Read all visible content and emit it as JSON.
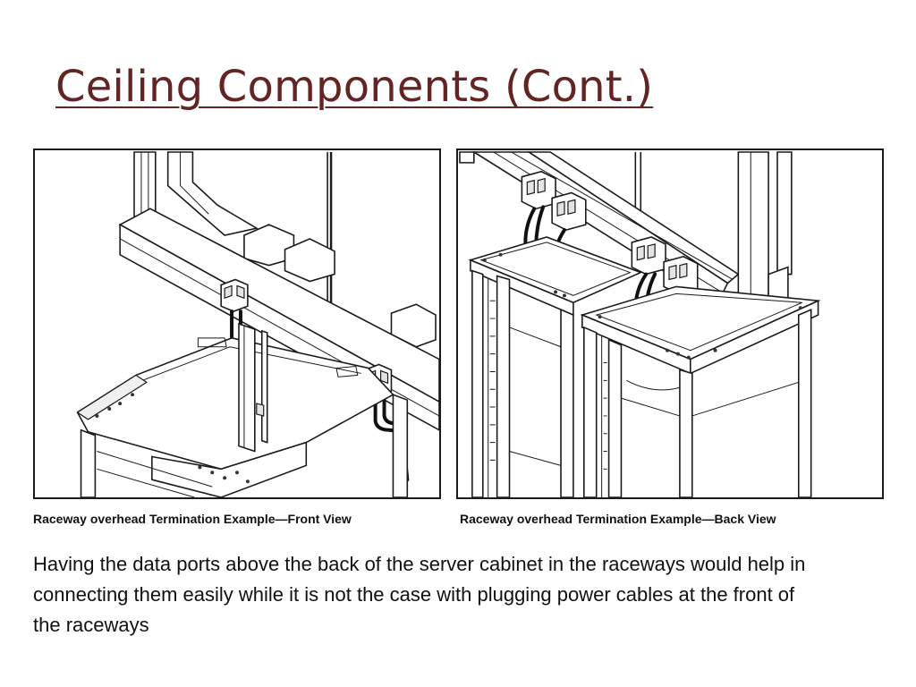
{
  "slide": {
    "title": "Ceiling Components (Cont.)",
    "accent_color": "#632523"
  },
  "figures": [
    {
      "caption": "Raceway overhead Termination Example—Front View",
      "depicts": "line-drawing-front-view"
    },
    {
      "caption": "Raceway overhead Termination Example—Back View",
      "depicts": "line-drawing-back-view"
    }
  ],
  "body": {
    "text": "Having the data ports above the back of the server cabinet in the raceways would help in connecting them easily while it is not the case with plugging power cables at the front of the raceways"
  }
}
